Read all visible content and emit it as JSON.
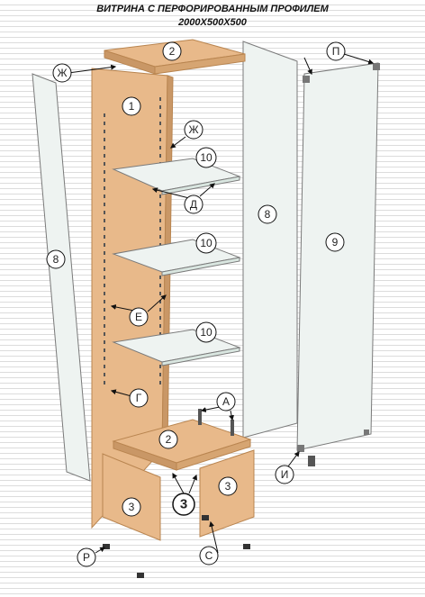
{
  "title": {
    "line1": "ВИТРИНА С ПЕРФОРИРОВАННЫМ ПРОФИЛЕМ",
    "line2": "2000Х500Х500"
  },
  "callouts": {
    "top_panel": "2",
    "side_panel": "1",
    "glass_door_left": "8",
    "glass_back": "8",
    "glass_door_right": "9",
    "shelf_1": "10",
    "shelf_2": "10",
    "shelf_3": "10",
    "bottom_panel": "2",
    "plinth_left": "3",
    "plinth_right": "3",
    "plinth_front": "3",
    "hinge_top": "П",
    "lock": "И",
    "bracket_top": "Ж",
    "bracket_mid": "Ж",
    "shelf_holder": "Д",
    "profile_e": "Е",
    "profile_g": "Г",
    "confirmat": "А",
    "feet_r": "Р",
    "feet_s": "С"
  },
  "colors": {
    "wood": "#e8b98a",
    "wood_dark": "#c99766",
    "wood_edge": "#b98550",
    "glass": "#eef3f1",
    "glass_edge": "#7a7a7a",
    "metal": "#555555"
  }
}
